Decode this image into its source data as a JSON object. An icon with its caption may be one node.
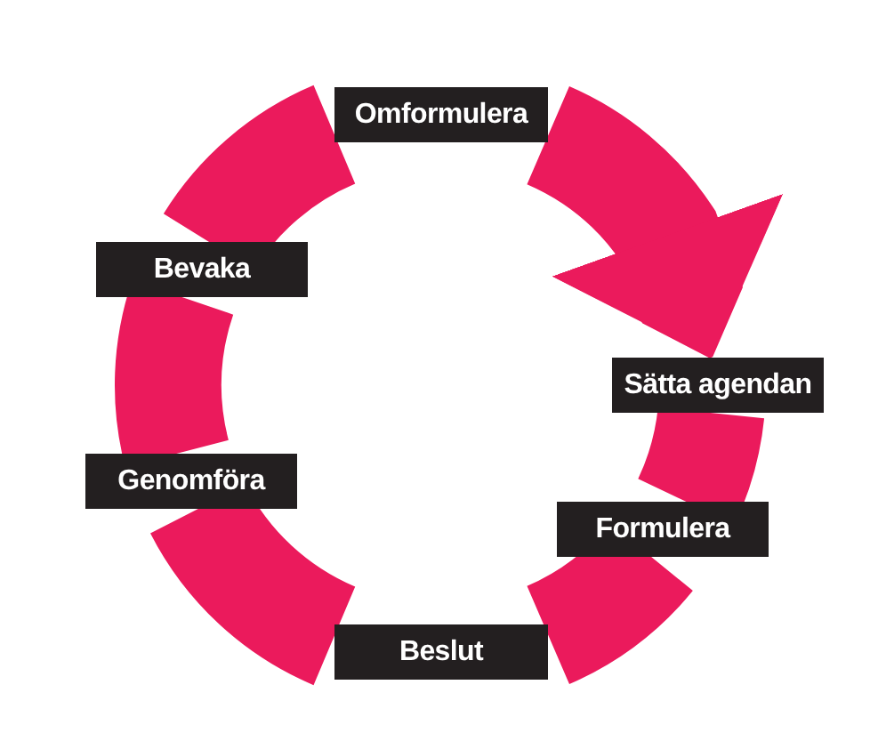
{
  "diagram": {
    "nodes": [
      {
        "text": [
          "Sätta agendan"
        ]
      },
      {
        "text": [
          "Formulera"
        ]
      },
      {
        "text": [
          "Beslut"
        ]
      },
      {
        "text": [
          "Genomföra"
        ]
      },
      {
        "text": [
          "Bevaka"
        ]
      },
      {
        "text": [
          "Omformulera"
        ]
      }
    ],
    "edges": [
      {
        "from": 0,
        "to": 1,
        "arrow": "none"
      },
      {
        "from": 1,
        "to": 2,
        "arrow": "none"
      },
      {
        "from": 2,
        "to": 3,
        "arrow": "none"
      },
      {
        "from": 3,
        "to": 4,
        "arrow": "none"
      },
      {
        "from": 4,
        "to": 5,
        "arrow": "none"
      },
      {
        "from": 5,
        "to": 0,
        "arrow": "to"
      }
    ]
  }
}
